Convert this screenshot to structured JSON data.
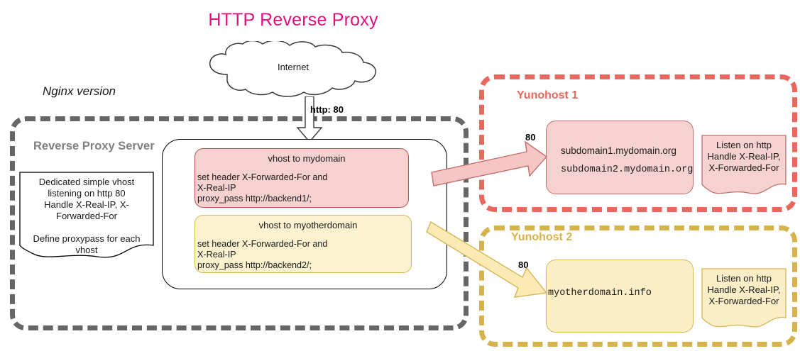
{
  "title": "HTTP Reverse Proxy",
  "title_color": "#e20f7c",
  "annotations": {
    "nginx_version": "Nginx version"
  },
  "cloud": {
    "label": "Internet",
    "icon": "cloud-icon"
  },
  "internet_link": {
    "label": "http: 80",
    "icon": "down-block-arrow-icon"
  },
  "reverse_proxy": {
    "group_title": "Reverse Proxy Server",
    "group_border_color": "#666666",
    "note": "Dedicated simple vhost listening on http 80\nHandle X-Real-IP, X-Forwarded-For\n\nDefine proxypass for each vhost",
    "vhosts": [
      {
        "title": "vhost to mydomain",
        "body": "set header X-Forwarded-For and\nX-Real-IP\nproxy_pass http://backend1/;",
        "fill": "#f5d2cf",
        "stroke": "#b85450"
      },
      {
        "title": "vhost to myotherdomain",
        "body": "set header X-Forwarded-For and\nX-Real-IP\nproxy_pass http://backend2/;",
        "fill": "#fcf2d0",
        "stroke": "#d6b656"
      }
    ]
  },
  "yunohost1": {
    "group_title": "Yunohost 1",
    "title_color": "#e8685f",
    "group_border_color": "#e8685f",
    "port": "80",
    "domains": {
      "line1": "subdomain1.mydomain.org",
      "line2": "subdomain2.mydomain.org"
    },
    "note": "Listen on http\nHandle X-Real-IP, X-Forwarded-For",
    "fill": "#f5d2cf",
    "stroke": "#c0706c"
  },
  "yunohost2": {
    "group_title": "Yunohost 2",
    "title_color": "#d6b34d",
    "group_border_color": "#d6b34d",
    "port": "80",
    "domains": {
      "line1": "myotherdomain.info"
    },
    "note": "Listen on http\nHandle X-Real-IP, X-Forwarded-For",
    "fill": "#fbeec7",
    "stroke": "#d6b656"
  },
  "flow_arrows": [
    {
      "name": "arrow-to-yunohost1",
      "fill": "#f5c6c3",
      "stroke": "#c0706c"
    },
    {
      "name": "arrow-to-yunohost2",
      "fill": "#fbeab4",
      "stroke": "#d6b656"
    }
  ]
}
